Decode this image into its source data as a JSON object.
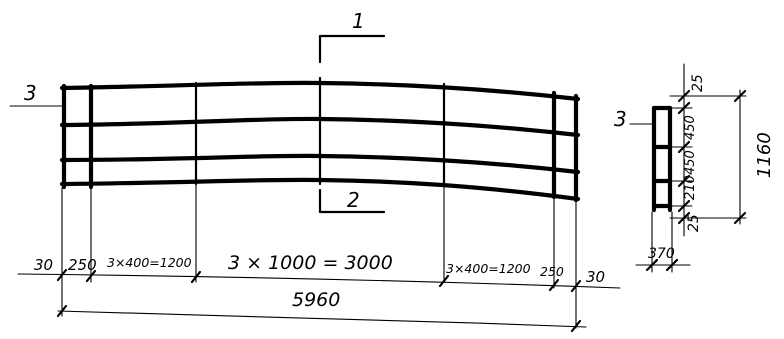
{
  "front_view": {
    "section_mark_top": "1",
    "section_mark_bottom": "2",
    "section_mark_left": "3",
    "dimensions": {
      "end_left": "30",
      "gap_left": "250",
      "bays_left": "3×400=1200",
      "bays_middle": "3 × 1000 = 3000",
      "bays_right": "3×400=1200",
      "gap_right": "250",
      "end_right": "30",
      "overall": "5960"
    }
  },
  "side_view": {
    "section_mark": "3",
    "dimensions": {
      "top": "25",
      "upper": "450",
      "middle": "450",
      "lower": "210",
      "bottom": "25",
      "total_height": "1160",
      "width": "370"
    }
  }
}
